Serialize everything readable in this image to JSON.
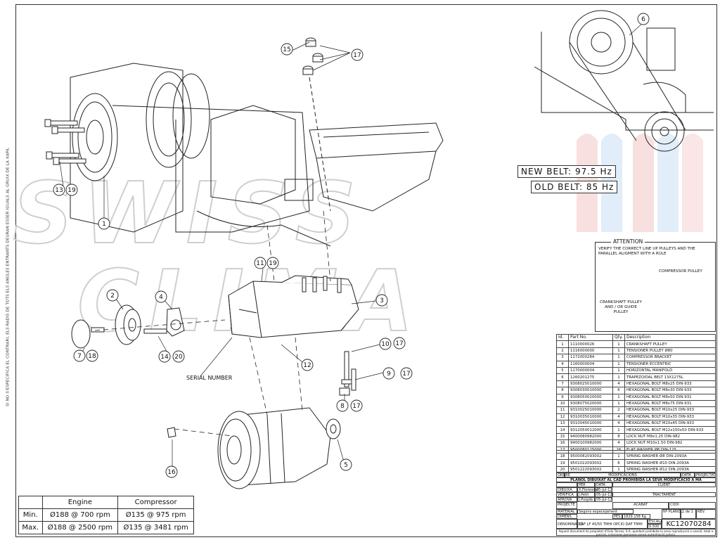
{
  "drawing": {
    "left_note": "SI NO S'ESPECIFICA EL CONTRARI, ELS RADIS DE TOTS ELS ANGLES ENTRANTS DEURAN ESSER IGUALS AL GRUIX DE LA XAPA.",
    "watermark": "SWISS CLIMA",
    "callouts": [
      "1",
      "2",
      "3",
      "4",
      "5",
      "6",
      "7",
      "8",
      "9",
      "10",
      "11",
      "12",
      "13",
      "14",
      "15",
      "16",
      "17",
      "18",
      "19",
      "20"
    ],
    "serial_label": "SERIAL NUMBER",
    "new_belt": "NEW BELT: 97.5 Hz",
    "old_belt": "OLD BELT: 85 Hz",
    "attention_title": "ATTENTION",
    "attention_msg": "VERIFY THE CORRECT LINE UP PULLEYS AND THE PARALLEL ALIGMENT WITH A RULE",
    "compressor_pulley": "COMPRESSOR PULLEY",
    "crank_pulley": "CRANKSHAFT PULLEY AND / OR GUIDE PULLEY"
  },
  "performance": {
    "headers": [
      "",
      "Engine",
      "Compressor"
    ],
    "rows": [
      [
        "Min.",
        "Ø188 @ 700 rpm",
        "Ø135 @ 975 rpm"
      ],
      [
        "Max.",
        "Ø188 @ 2500 rpm",
        "Ø135 @ 3481 rpm"
      ]
    ]
  },
  "parts": {
    "headers": [
      "Id.",
      "Part No.",
      "Qty.",
      "Description"
    ],
    "rows": [
      [
        "1",
        "1110000026",
        "1",
        "CRANKSHAFT PULLEY"
      ],
      [
        "2",
        "1116000000",
        "1",
        "TENSIONER PULLEY Ø80"
      ],
      [
        "3",
        "1172000284",
        "1",
        "COMPRESSOR BRACKET"
      ],
      [
        "4",
        "1160000004",
        "1",
        "TENSIONER ECCENTRIC"
      ],
      [
        "5",
        "1170000004",
        "1",
        "HORIZONTAL MANIFOLD"
      ],
      [
        "6",
        "1260201275",
        "1",
        "TRAPEZOIDAL BELT 13X1275L"
      ],
      [
        "7",
        "9308025010000",
        "4",
        "HEXAGONAL BOLT M8x25 DIN-933"
      ],
      [
        "8",
        "9308030010000",
        "6",
        "HEXAGONAL BOLT M8x30 DIN-933"
      ],
      [
        "9",
        "9308050020000",
        "1",
        "HEXAGONAL BOLT M8x50 DIN-931"
      ],
      [
        "10",
        "9308075020000",
        "1",
        "HEXAGONAL BOLT M8x75 DIN-931"
      ],
      [
        "11",
        "9310025010000",
        "2",
        "HEXAGONAL BOLT M10x25 DIN-933"
      ],
      [
        "12",
        "9310035010000",
        "4",
        "HEXAGONAL BOLT M10x35 DIN-933"
      ],
      [
        "13",
        "9310045010000",
        "4",
        "HEXAGONAL BOLT M10x45 DIN-933"
      ],
      [
        "14",
        "9312050012000",
        "1",
        "HEXAGONAL BOLT M12x150x50 DIN-933"
      ],
      [
        "15",
        "9400080982000",
        "8",
        "LOCK NUT M8x1.25 DIN-982"
      ],
      [
        "16",
        "9400100982000",
        "4",
        "LOCK NUT M10x1.50 DIN-982"
      ],
      [
        "17",
        "9500080125000",
        "16",
        "FLAT WASHER Ø8 DIN-125"
      ],
      [
        "18",
        "9500082093002",
        "1",
        "SPRING WASHER Ø8 DIN-2093A"
      ],
      [
        "19",
        "9501022093002",
        "6",
        "SPRING WASHER Ø10 DIN-2093A"
      ],
      [
        "20",
        "9501222093002",
        "1",
        "SPRING WASHER Ø12 DIN-2093A"
      ]
    ]
  },
  "titleblock": {
    "mods": "MODIFICACIONS",
    "data": "DATA",
    "proj": "PROJECTAT",
    "ordre": "ORDRE",
    "warn": "PLÀNOL DIBUIXAT AL CAD PROHIBIDA LA SEVA MODIFICACIÓ A MÀ",
    "per": "PER",
    "data2": "DATA",
    "client": "CLIENT",
    "dibuixa": "DIBUIXA",
    "dibuixa_n": "X.Floresma",
    "dibuixa_d": "05-Jul-12",
    "verifica": "VERIFICA",
    "verifica_n": "J.Petit",
    "verifica_d": "05-Jul-12",
    "aprova": "APROVA",
    "aprova_n": "J.Puigdà",
    "aprova_d": "05-Jul-12",
    "tractament": "TRACTAMENT",
    "projecte": "PROJECTE",
    "acabat": "ACABAT",
    "codi": "CODI",
    "material": "MATERIAL",
    "material_v": "Segons especejament",
    "dimens": "DIMENS.",
    "pes": "PES",
    "pes_v": "1829.158 Kg",
    "planol": "Nº PLÀNOL",
    "planol_v": "1 de 1",
    "rev": "REV.",
    "denominacio": "DENOMINACIÓ",
    "denominacio_v": "DAF LF 45/55 TMHI OPCIO DAF TMHI",
    "escala": "ESCALA",
    "escala_v": "0.500",
    "number": "KC12070284",
    "footer": "Aquest document és propietat d'Oslo Tornos, S.A. quedant prohibida la seva reproducció o cessió, total o parcial, a terceres persones sense autorització prèvia."
  }
}
